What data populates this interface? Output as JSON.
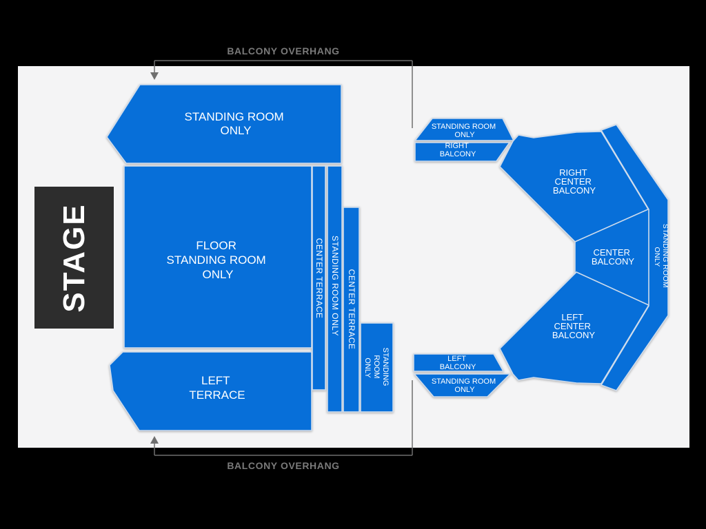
{
  "map_title": "venue-seating-map",
  "colors": {
    "section_blue": "#076fd9",
    "section_border": "#cfdcec",
    "stage_dark": "#2d2d2d",
    "canvas_white": "#f4f4f5",
    "background_black": "#000000",
    "annotation_gray": "#7a7a7a"
  },
  "stage": {
    "label": "STAGE"
  },
  "overhang": {
    "top_label": "BALCONY OVERHANG",
    "bottom_label": "BALCONY OVERHANG"
  },
  "sections": {
    "sro_top": {
      "lines": [
        "STANDING ROOM",
        "ONLY"
      ]
    },
    "floor": {
      "lines": [
        "FLOOR",
        "STANDING ROOM",
        "ONLY"
      ]
    },
    "left_terrace": {
      "lines": [
        "LEFT",
        "TERRACE"
      ]
    },
    "center_terrace_1": {
      "label": "CENTER TERRACE"
    },
    "sro_strip": {
      "label": "STANDING ROOM ONLY"
    },
    "center_terrace_2": {
      "label": "CENTER TERRACE"
    },
    "sro_box": {
      "lines": [
        "STANDING",
        "ROOM",
        "ONLY"
      ]
    },
    "balcony_sro_right": {
      "lines": [
        "STANDING ROOM",
        "ONLY"
      ]
    },
    "right_balcony": {
      "lines": [
        "RIGHT",
        "BALCONY"
      ]
    },
    "right_center_balcony": {
      "lines": [
        "RIGHT",
        "CENTER",
        "BALCONY"
      ]
    },
    "center_balcony": {
      "lines": [
        "CENTER",
        "BALCONY"
      ]
    },
    "left_center_balcony": {
      "lines": [
        "LEFT",
        "CENTER",
        "BALCONY"
      ]
    },
    "left_balcony": {
      "lines": [
        "LEFT",
        "BALCONY"
      ]
    },
    "balcony_sro_left": {
      "lines": [
        "STANDING ROOM",
        "ONLY"
      ]
    },
    "balcony_sro_rim": {
      "lines": [
        "STANDING ROOM",
        "ONLY"
      ]
    }
  }
}
